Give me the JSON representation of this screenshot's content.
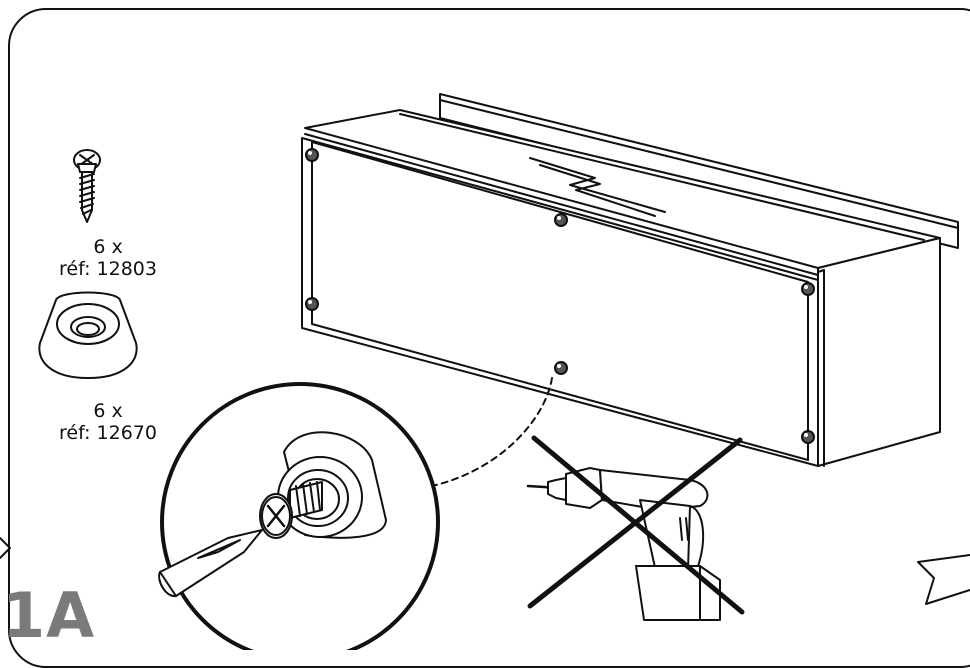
{
  "parts": [
    {
      "icon": "screw-icon",
      "quantity": "6 x",
      "reference": "réf: 12803"
    },
    {
      "icon": "cup-washer-icon",
      "quantity": "6 x",
      "reference": "réf: 12670"
    }
  ],
  "step_label": "1A",
  "icons": {
    "cabinet": "cabinet-back-panel-icon",
    "detail": "screw-detail-magnifier-icon",
    "screwdriver": "screwdriver-icon",
    "drill_prohibited": "no-power-drill-icon",
    "next_arrow": "next-step-arrow-icon"
  },
  "colors": {
    "line": "#111111",
    "step_label": "#7a7a7a"
  }
}
